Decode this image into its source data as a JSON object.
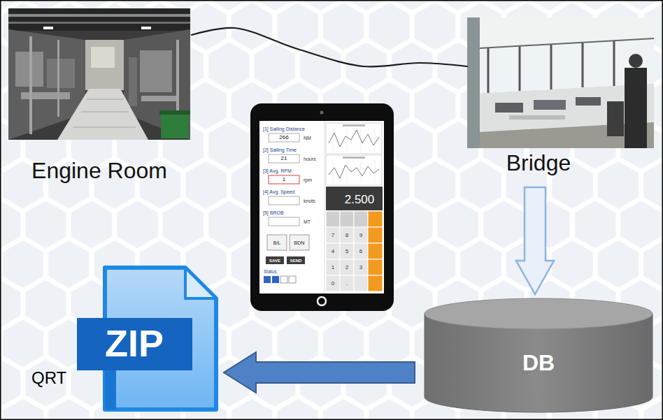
{
  "diagram": {
    "nodes": [
      {
        "text": [
          "Engine Room"
        ]
      },
      {
        "text": [
          "Bridge"
        ]
      },
      {
        "text": [
          "DB"
        ]
      },
      {
        "text": [
          "ZIP"
        ]
      }
    ],
    "edges": [
      {
        "from": 0,
        "to": 1,
        "arrow": "none"
      },
      {
        "from": 1,
        "to": 2,
        "arrow": "to"
      },
      {
        "from": 2,
        "to": 3,
        "arrow": "to"
      }
    ],
    "labels": [
      "[1] Sailing Distance",
      "266",
      "NM",
      "[2] Sailing Time",
      "21",
      "hours",
      "[3] Avg. RPM",
      "1",
      "rpm",
      "[4] Avg. Speed",
      "knots",
      "[5] BROB",
      "MT",
      "B/L",
      "BDN",
      "SAVE",
      "SEND",
      "Status",
      "2.500",
      "7",
      "8",
      "9",
      "4",
      "5",
      "6",
      "1",
      "2",
      "3",
      "0",
      ".",
      "QRT"
    ]
  }
}
